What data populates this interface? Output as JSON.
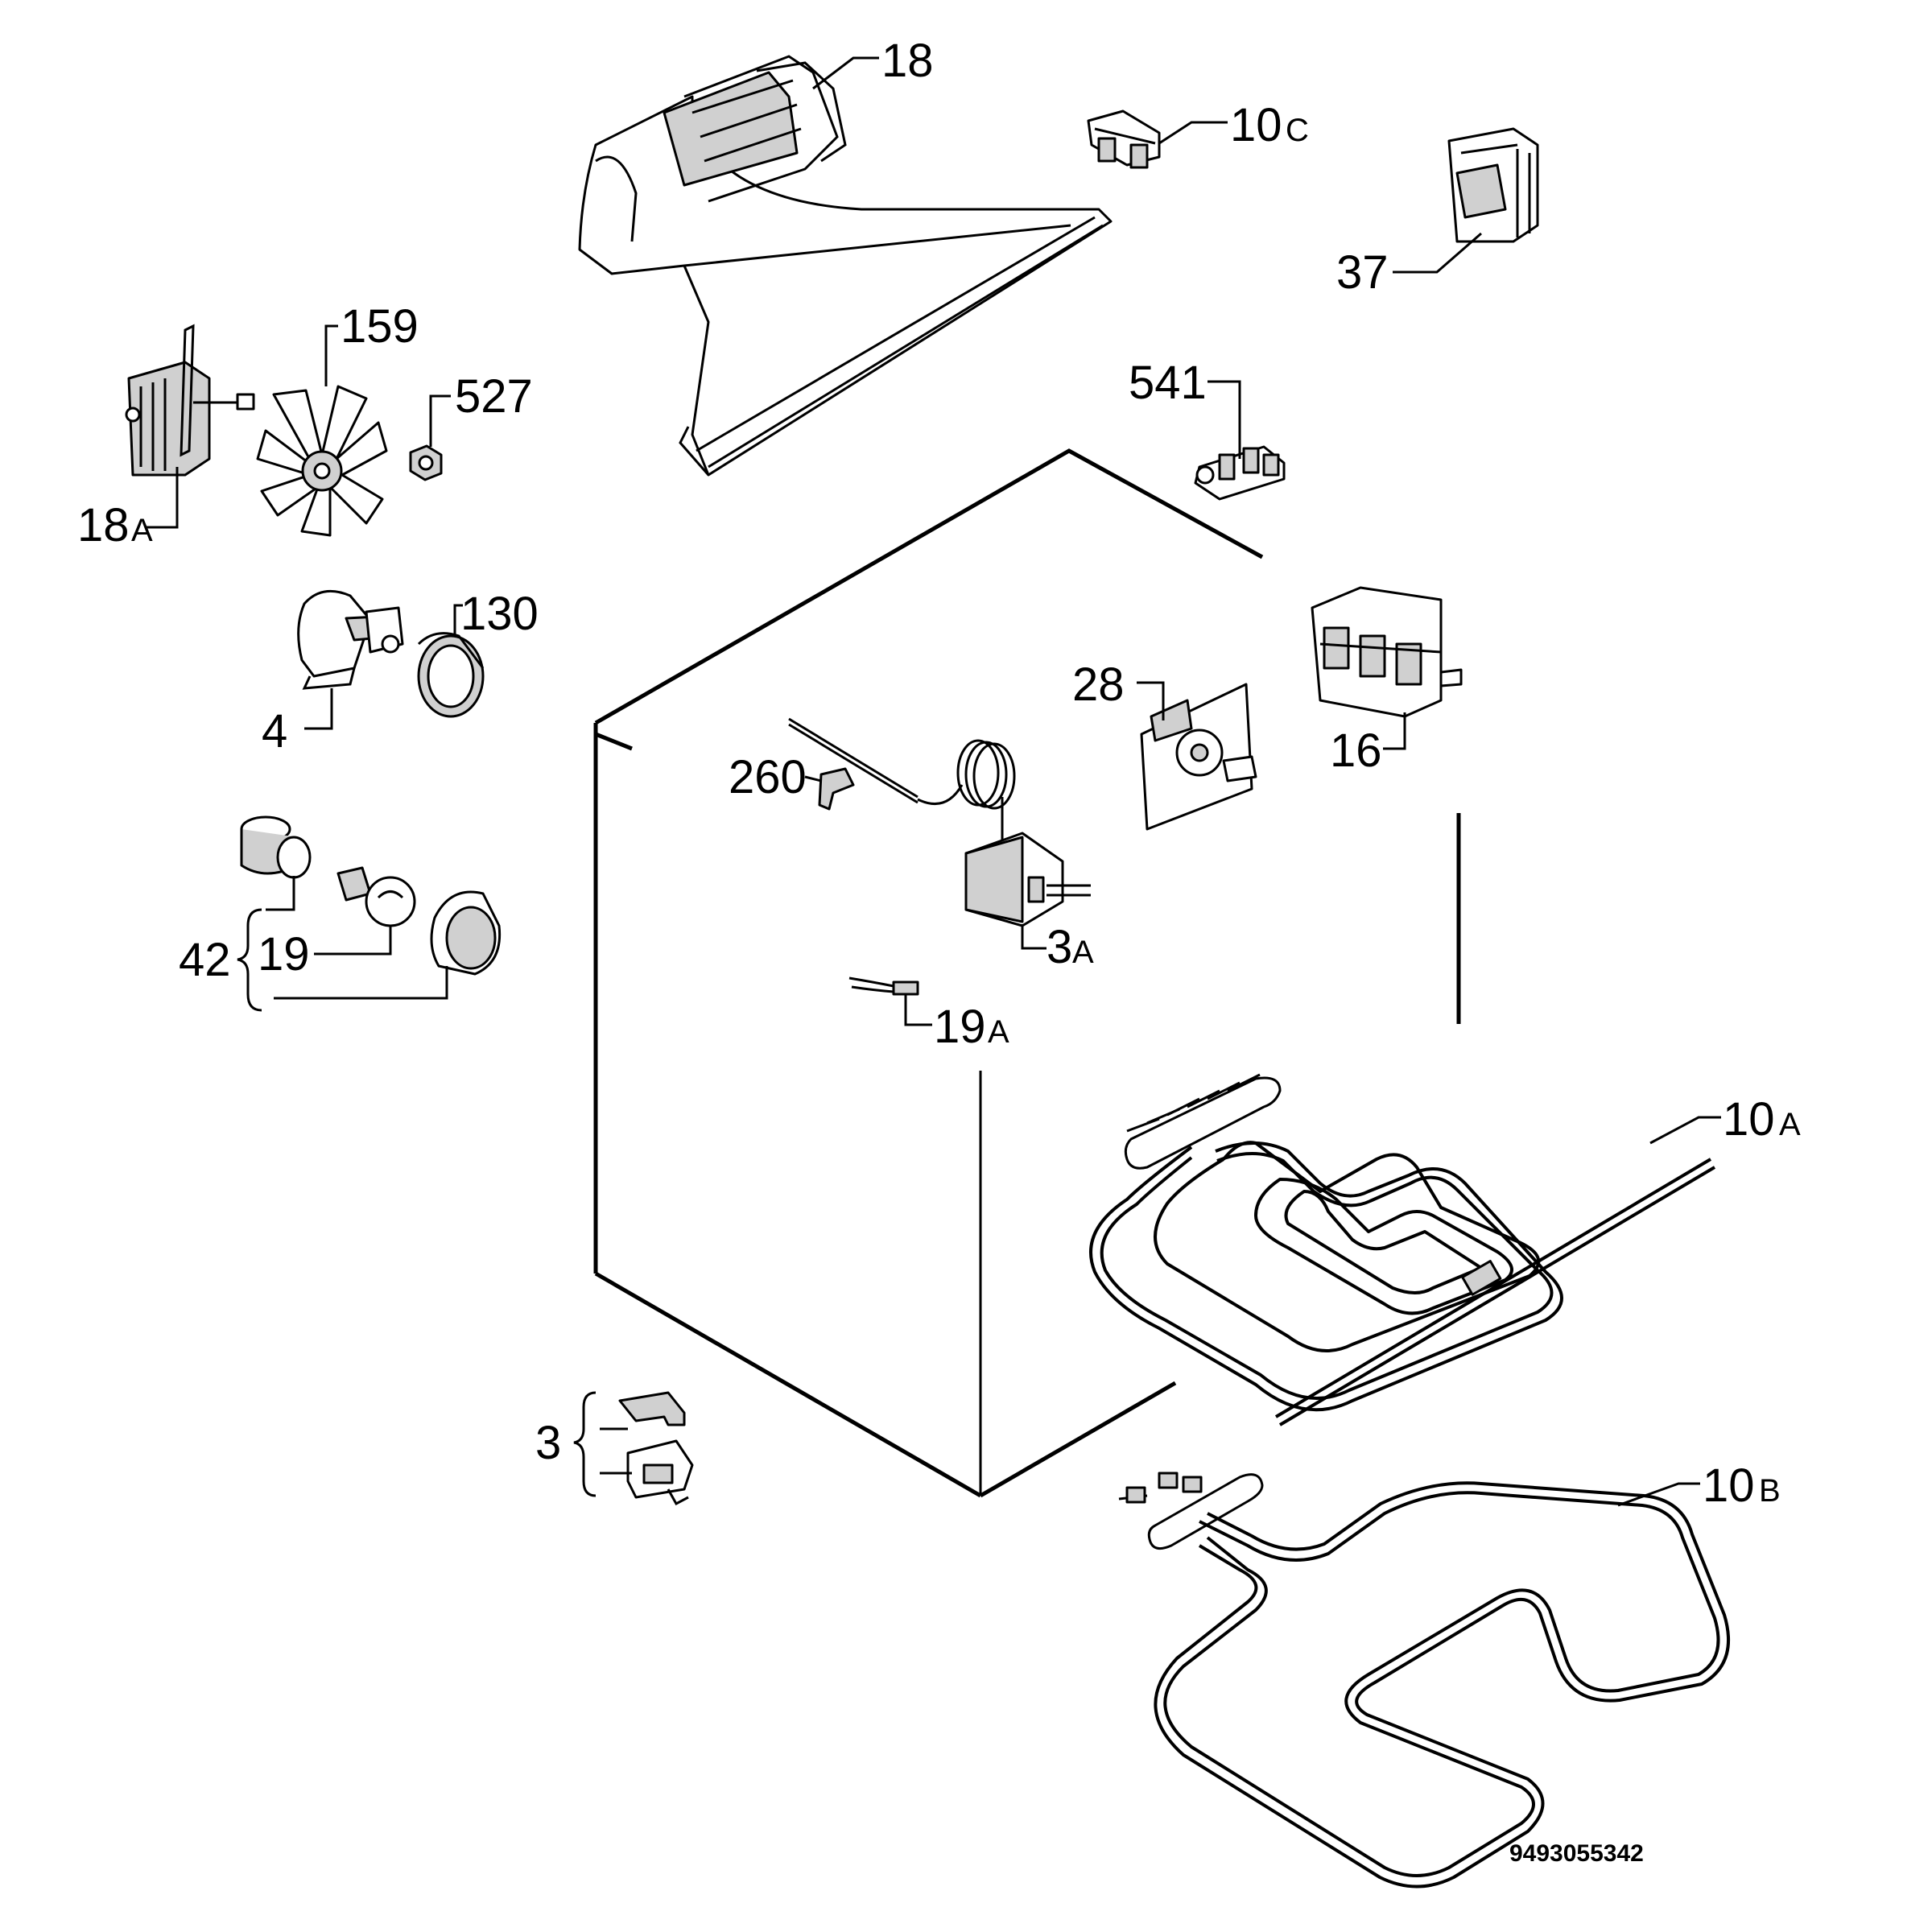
{
  "labels": {
    "p18": "18",
    "p10c": "10",
    "p10c_sub": "C",
    "p37": "37",
    "p159": "159",
    "p527": "527",
    "p18a": "18",
    "p18a_sub": "A",
    "p541": "541",
    "p130": "130",
    "p4": "4",
    "p28": "28",
    "p16": "16",
    "p260": "260",
    "p3a": "3",
    "p3a_sub": "A",
    "p42": "42",
    "p19": "19",
    "p19a": "19",
    "p19a_sub": "A",
    "p10a": "10",
    "p10a_sub": "A",
    "p3": "3",
    "p10b": "10",
    "p10b_sub": "B"
  },
  "drawing_code": "9493055342"
}
